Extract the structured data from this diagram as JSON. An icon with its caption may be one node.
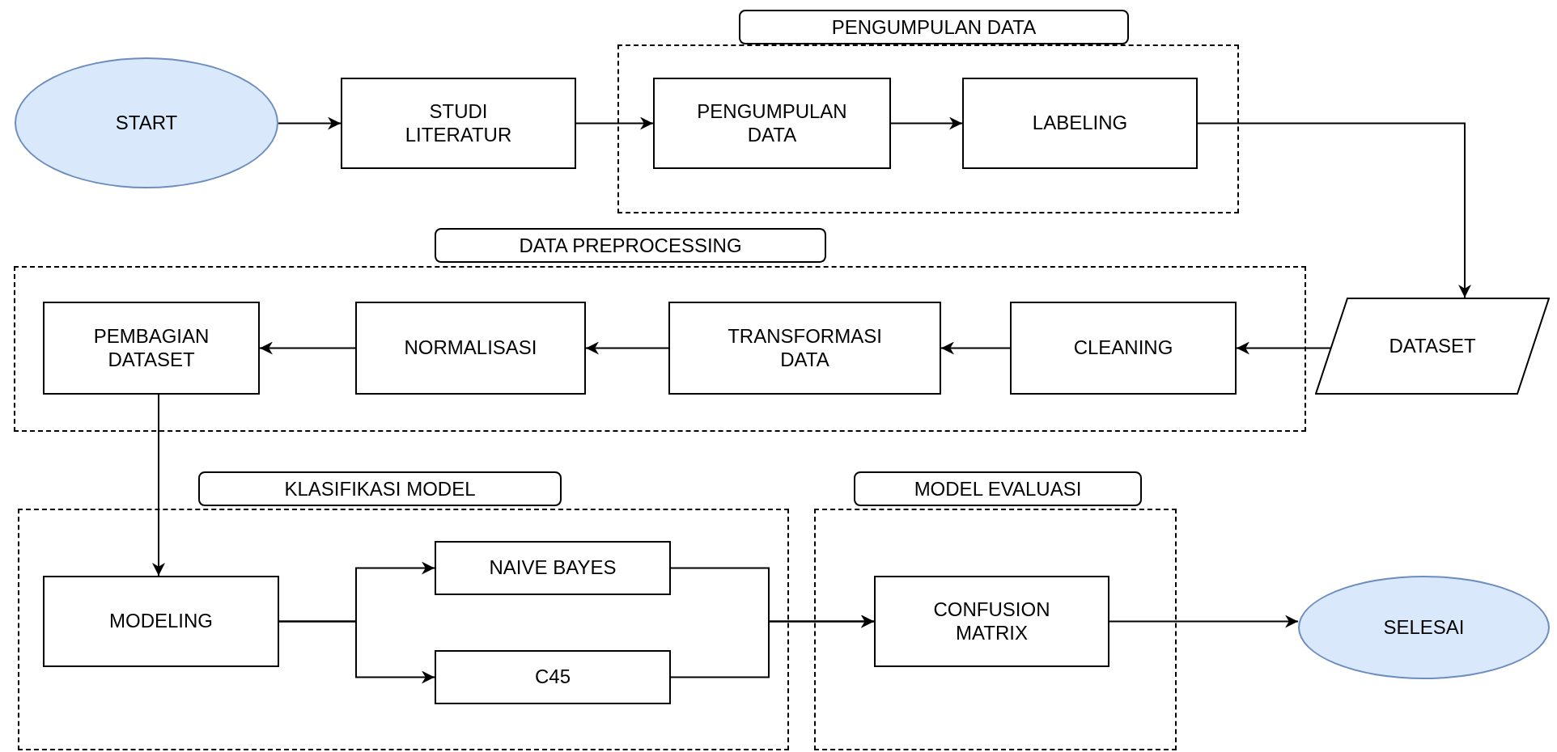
{
  "diagram": {
    "nodes": [
      {
        "text": [
          "START"
        ]
      },
      {
        "text": [
          "STUDI LITERATUR"
        ]
      },
      {
        "text": [
          "PENGUMPULAN DATA"
        ]
      },
      {
        "text": [
          "PENGUMPULAN DATA"
        ],
        "in": 2
      },
      {
        "text": [
          "LABELING"
        ],
        "in": 2
      },
      {
        "text": [
          "DATA PREPROCESSING"
        ]
      },
      {
        "text": [
          "PEMBAGIAN DATASET"
        ],
        "in": 5
      },
      {
        "text": [
          "NORMALISASI"
        ],
        "in": 5
      },
      {
        "text": [
          "TRANSFORMASI DATA"
        ],
        "in": 5
      },
      {
        "text": [
          "CLEANING"
        ],
        "in": 5
      },
      {
        "text": [
          "DATASET"
        ]
      },
      {
        "text": [
          "KLASIFIKASI MODEL"
        ]
      },
      {
        "text": [
          "MODELING"
        ],
        "in": 11
      },
      {
        "text": [
          "NAIVE BAYES"
        ],
        "in": 11
      },
      {
        "text": [
          "C45"
        ],
        "in": 11
      },
      {
        "text": [
          "MODEL EVALUASI"
        ]
      },
      {
        "text": [
          "CONFUSION MATRIX"
        ],
        "in": 15
      },
      {
        "text": [
          "SELESAI"
        ]
      }
    ],
    "edges": [
      {
        "from": 0,
        "to": 1,
        "arrow": "to"
      },
      {
        "from": 1,
        "to": 3,
        "arrow": "to"
      },
      {
        "from": 3,
        "to": 4,
        "arrow": "to"
      },
      {
        "from": 4,
        "to": 10,
        "arrow": "to"
      },
      {
        "from": 10,
        "to": 9,
        "arrow": "to"
      },
      {
        "from": 9,
        "to": 8,
        "arrow": "to"
      },
      {
        "from": 8,
        "to": 7,
        "arrow": "to"
      },
      {
        "from": 7,
        "to": 6,
        "arrow": "to"
      },
      {
        "from": 6,
        "to": 12,
        "arrow": "to"
      },
      {
        "from": 12,
        "to": 13,
        "arrow": "to"
      },
      {
        "from": 12,
        "to": 14,
        "arrow": "to"
      },
      {
        "from": 13,
        "to": 16,
        "arrow": "to"
      },
      {
        "from": 14,
        "to": 16,
        "arrow": "to"
      },
      {
        "from": 16,
        "to": 17,
        "arrow": "to"
      }
    ]
  }
}
